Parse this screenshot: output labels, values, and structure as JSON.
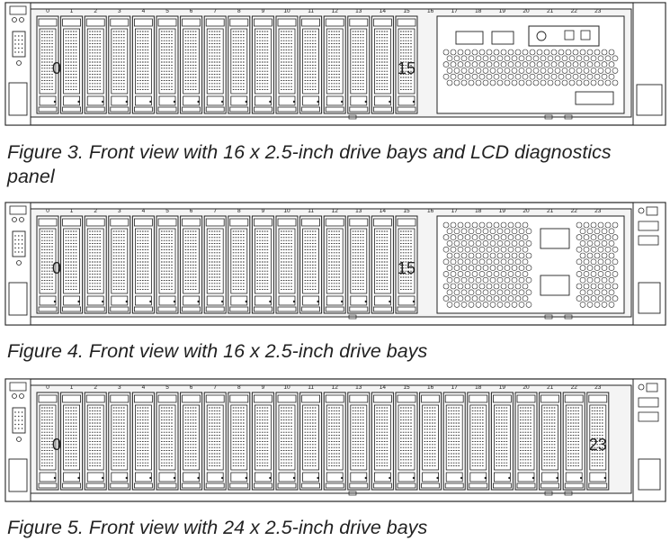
{
  "figures": [
    {
      "caption": "Figure 3. Front view with 16 x 2.5-inch drive bays and LCD diagnostics panel",
      "bay_numbers": [
        "0",
        "1",
        "2",
        "3",
        "4",
        "5",
        "6",
        "7",
        "8",
        "9",
        "10",
        "11",
        "12",
        "13",
        "14",
        "15",
        "16",
        "17",
        "18",
        "19",
        "20",
        "21",
        "22",
        "23"
      ],
      "populated_bays": 16,
      "first_bay_label": "0",
      "last_bay_label": "15",
      "right_panel": "lcd-diagnostics"
    },
    {
      "caption": "Figure 4. Front view with 16 x 2.5-inch drive bays",
      "bay_numbers": [
        "0",
        "1",
        "2",
        "3",
        "4",
        "5",
        "6",
        "7",
        "8",
        "9",
        "10",
        "11",
        "12",
        "13",
        "14",
        "15",
        "16",
        "17",
        "18",
        "19",
        "20",
        "21",
        "22",
        "23"
      ],
      "populated_bays": 16,
      "first_bay_label": "0",
      "last_bay_label": "15",
      "right_panel": "filler"
    },
    {
      "caption": "Figure 5. Front view with 24 x 2.5-inch drive bays",
      "bay_numbers": [
        "0",
        "1",
        "2",
        "3",
        "4",
        "5",
        "6",
        "7",
        "8",
        "9",
        "10",
        "11",
        "12",
        "13",
        "14",
        "15",
        "16",
        "17",
        "18",
        "19",
        "20",
        "21",
        "22",
        "23"
      ],
      "populated_bays": 24,
      "first_bay_label": "0",
      "last_bay_label": "23",
      "right_panel": "none"
    }
  ],
  "colors": {
    "line": "#222222",
    "panel": "#f4f4f4",
    "white": "#ffffff"
  }
}
